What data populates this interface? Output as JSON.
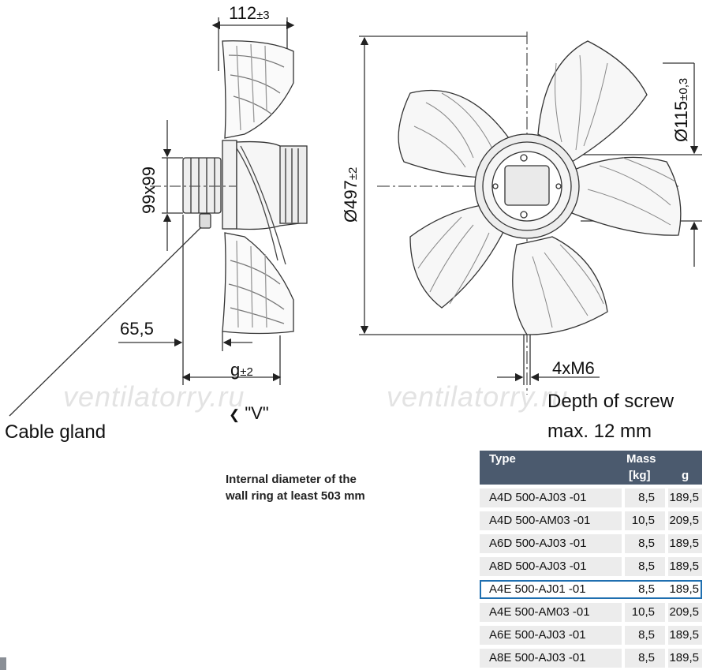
{
  "watermarks": [
    "ventilatorry.ru",
    "ventilatorry.ru"
  ],
  "dimensions": {
    "depth": {
      "value": "112",
      "tol": "±3"
    },
    "motor_square": "99x99",
    "offset": "65,5",
    "g": {
      "value": "g",
      "tol": "±2"
    },
    "view": "\"V\"",
    "view_arrow": "❮",
    "diameter": {
      "value": "Ø497",
      "tol": "±2"
    },
    "hub": {
      "value": "Ø115",
      "tol": "±0,3"
    },
    "screws": "4xM6"
  },
  "labels": {
    "cable_gland": "Cable gland",
    "screw_depth_line1": "Depth of screw",
    "screw_depth_line2": "max. 12 mm",
    "wall_ring_line1": "Internal diameter of the",
    "wall_ring_line2": "wall ring at least 503 mm"
  },
  "table": {
    "headers": {
      "type": "Type",
      "mass": "Mass",
      "kg": "[kg]",
      "g": "g"
    },
    "rows": [
      {
        "type": "A4D  500-AJ03  -01",
        "kg": "8,5",
        "g": "189,5",
        "selected": false
      },
      {
        "type": "A4D  500-AM03  -01",
        "kg": "10,5",
        "g": "209,5",
        "selected": false
      },
      {
        "type": "A6D  500-AJ03  -01",
        "kg": "8,5",
        "g": "189,5",
        "selected": false
      },
      {
        "type": "A8D  500-AJ03  -01",
        "kg": "8,5",
        "g": "189,5",
        "selected": false
      },
      {
        "type": "A4E  500-AJ01  -01",
        "kg": "8,5",
        "g": "189,5",
        "selected": true
      },
      {
        "type": "A4E  500-AM03  -01",
        "kg": "10,5",
        "g": "209,5",
        "selected": false
      },
      {
        "type": "A6E  500-AJ03  -01",
        "kg": "8,5",
        "g": "189,5",
        "selected": false
      },
      {
        "type": "A8E  500-AJ03  -01",
        "kg": "8,5",
        "g": "189,5",
        "selected": false
      }
    ]
  },
  "colors": {
    "header_bg": "#4b5a6e",
    "row_bg": "#ececec",
    "selected_border": "#1f6fb0",
    "line": "#222222"
  }
}
